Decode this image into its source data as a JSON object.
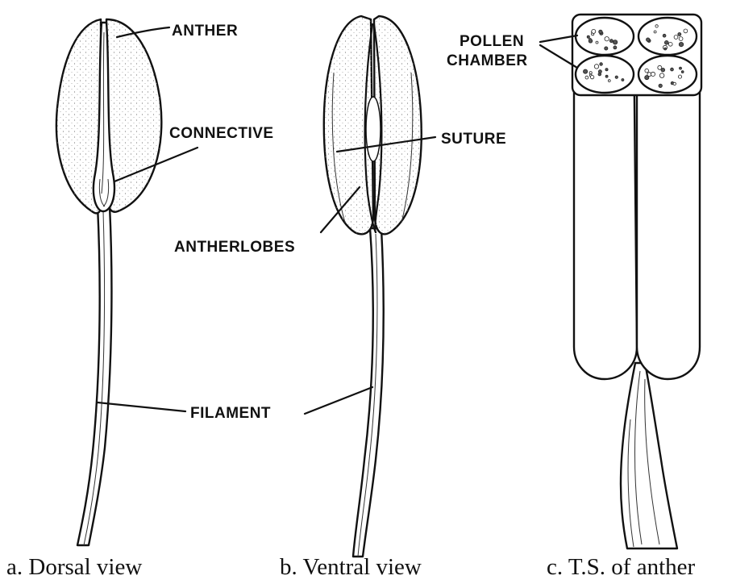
{
  "labels": {
    "anther": "ANTHER",
    "connective": "CONNECTIVE",
    "suture": "SUTURE",
    "antherlobes": "ANTHERLOBES",
    "filament": "FILAMENT",
    "pollen_line1": "POLLEN",
    "pollen_line2": "CHAMBER"
  },
  "captions": {
    "a": "a. Dorsal view",
    "b": "b. Ventral view",
    "c": "c. T.S. of anther"
  }
}
